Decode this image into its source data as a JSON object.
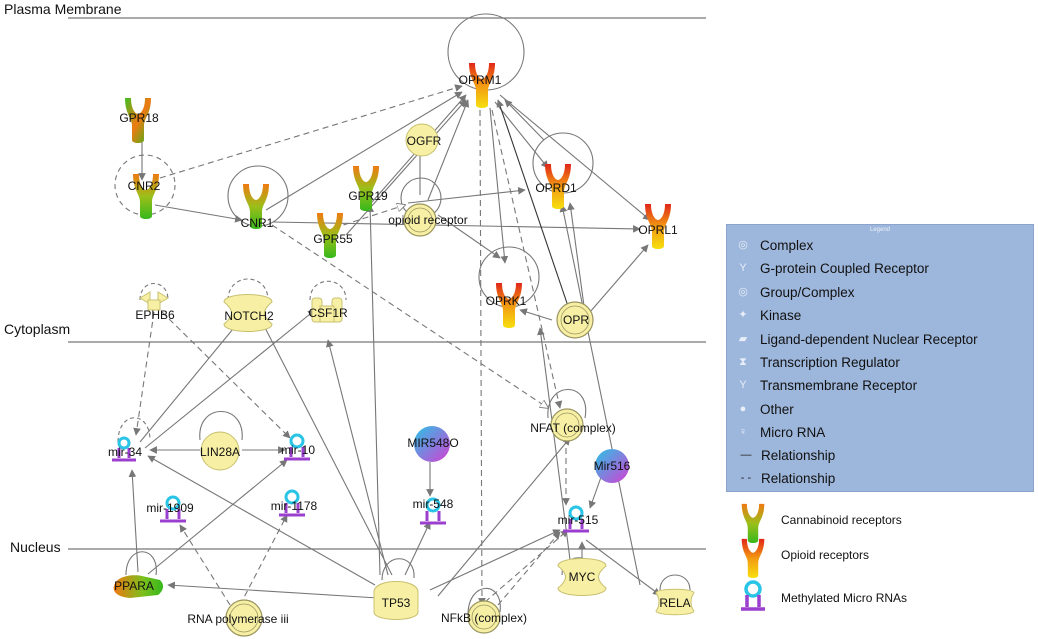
{
  "regions": {
    "plasma": "Plasma Membrane",
    "cytoplasm": "Cytoplasm",
    "nucleus": "Nucleus"
  },
  "nodes": {
    "oprm1": "OPRM1",
    "ogfr": "OGFR",
    "oprd1": "OPRD1",
    "oprl1": "OPRL1",
    "gpr18": "GPR18",
    "cnr2": "CNR2",
    "cnr1": "CNR1",
    "gpr19": "GPR19",
    "gpr55": "GPR55",
    "opioid_receptor": "opioid receptor",
    "oprk1": "OPRK1",
    "opr": "OPR",
    "ephb6": "EPHB6",
    "notch2": "NOTCH2",
    "csf1r": "CSF1R",
    "mir34": "mir-34",
    "lin28a": "LIN28A",
    "mir10": "mir-10",
    "mir548o": "MIR548O",
    "nfat": "NFAT (complex)",
    "mir516": "Mir516",
    "mir1909": "mir-1909",
    "mir1178": "mir-1178",
    "mir548": "mir-548",
    "mir515": "mir-515",
    "ppara": "PPARA",
    "tp53": "TP53",
    "rnapol": "RNA polymerase iii",
    "nfkb": "NFkB (complex)",
    "myc": "MYC",
    "rela": "RELA"
  },
  "legend": {
    "title": "Legend",
    "items": [
      {
        "icon": "complex-icon",
        "label": "Complex"
      },
      {
        "icon": "gpcr-icon",
        "label": "G-protein Coupled Receptor"
      },
      {
        "icon": "group-complex-icon",
        "label": "Group/Complex"
      },
      {
        "icon": "kinase-icon",
        "label": "Kinase"
      },
      {
        "icon": "nuclear-receptor-icon",
        "label": "Ligand-dependent Nuclear Receptor"
      },
      {
        "icon": "transcription-regulator-icon",
        "label": "Transcription Regulator"
      },
      {
        "icon": "transmembrane-receptor-icon",
        "label": "Transmembrane Receptor"
      },
      {
        "icon": "other-icon",
        "label": "Other"
      },
      {
        "icon": "micro-rna-icon",
        "label": "Micro RNA"
      },
      {
        "icon": "solid-line-icon",
        "label": "Relationship"
      },
      {
        "icon": "dashed-line-icon",
        "label": "Relationship"
      }
    ]
  },
  "key": {
    "cannabinoid": "Cannabinoid receptors",
    "opioid": "Opioid receptors",
    "mirna": "Methylated Micro RNAs"
  },
  "colors": {
    "green": "#3fbf1f",
    "orange": "#ef7a12",
    "red": "#e0261a",
    "yellow": "#f6e010",
    "pale_yellow": "#f7f0a4",
    "cyan": "#29c4e6",
    "magenta": "#d43fd4",
    "purple": "#7a3fc8",
    "legend_bg": "#9db6db",
    "edge": "#777777"
  }
}
